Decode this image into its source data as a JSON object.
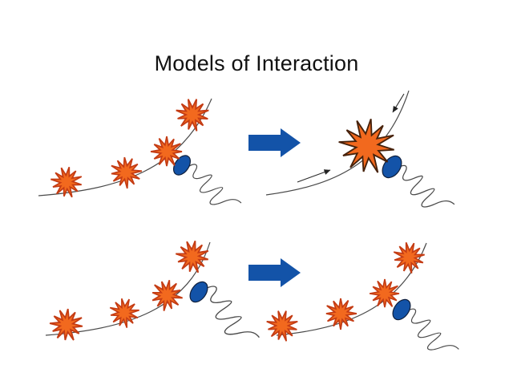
{
  "slide": {
    "title": "Models of Interaction"
  },
  "colors": {
    "bg": "#ffffff",
    "ink": "#111111",
    "line": "#4a4a4a",
    "burst-fill": "#f2691e",
    "burst-stroke": "#c43c14",
    "burst-big-stroke": "#47220b",
    "shape-blue": "#1353a8",
    "ellipse-stroke": "#10203d"
  },
  "diagram": {
    "block_arrows": [
      {
        "name": "top-transition-arrow",
        "direction": "right"
      },
      {
        "name": "bottom-transition-arrow",
        "direction": "right"
      }
    ],
    "panels": [
      {
        "id": "top-left",
        "starbursts": 4,
        "large_starburst": false,
        "ellipses": 1,
        "squiggles": 1,
        "thin_arrows": 0
      },
      {
        "id": "top-right",
        "starbursts": 1,
        "large_starburst": true,
        "ellipses": 1,
        "squiggles": 1,
        "thin_arrows": 2
      },
      {
        "id": "bottom-left",
        "starbursts": 4,
        "large_starburst": false,
        "ellipses": 1,
        "squiggles": 1,
        "thin_arrows": 0
      },
      {
        "id": "bottom-right",
        "starbursts": 4,
        "large_starburst": false,
        "ellipses": 1,
        "squiggles": 1,
        "thin_arrows": 0
      }
    ]
  }
}
